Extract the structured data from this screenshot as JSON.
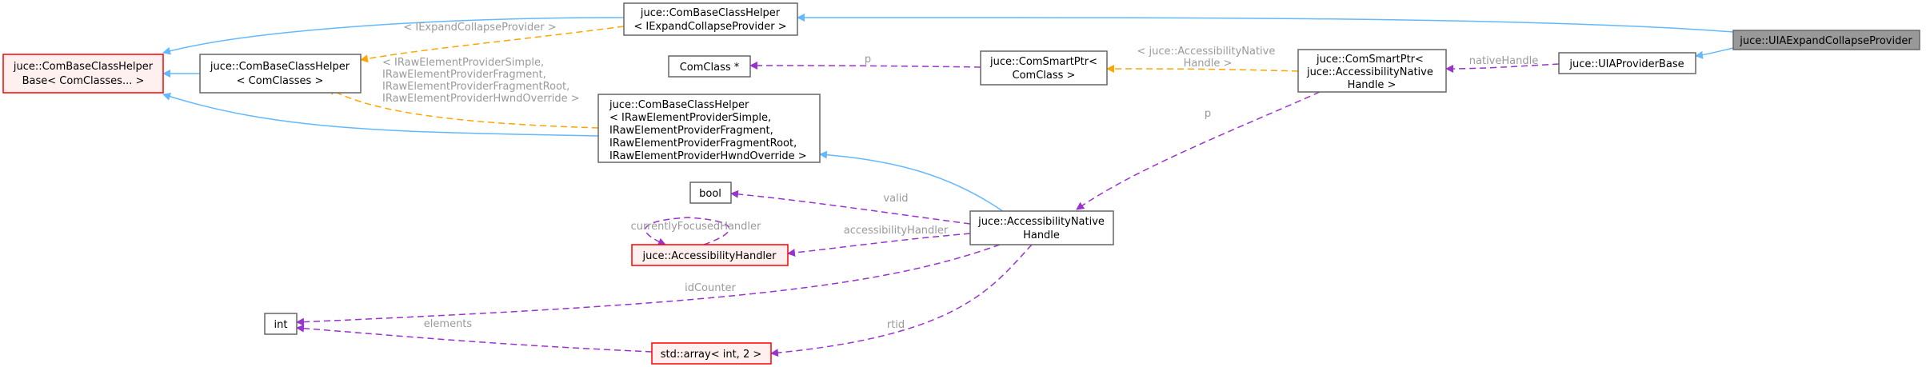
{
  "nodes": {
    "n_base": [
      "juce::ComBaseClassHelper",
      "Base< ComClasses... >"
    ],
    "n_helper": [
      "juce::ComBaseClassHelper",
      "< ComClasses >"
    ],
    "n_iexp": [
      "juce::ComBaseClassHelper",
      "< IExpandCollapseProvider >"
    ],
    "n_iraw": [
      "juce::ComBaseClassHelper",
      "< IRawElementProviderSimple,",
      "IRawElementProviderFragment,",
      "IRawElementProviderFragmentRoot,",
      "IRawElementProviderHwndOverride >"
    ],
    "n_comclass": [
      "ComClass *"
    ],
    "n_smartptr": [
      "juce::ComSmartPtr<",
      "ComClass >"
    ],
    "n_smartptr_acc": [
      "juce::ComSmartPtr<",
      "juce::AccessibilityNative",
      "Handle >"
    ],
    "n_uiaprov": [
      "juce::UIAProviderBase"
    ],
    "n_uiaexp": [
      "juce::UIAExpandCollapseProvider"
    ],
    "n_bool": [
      "bool"
    ],
    "n_acchandler": [
      "juce::AccessibilityHandler"
    ],
    "n_accnative": [
      "juce::AccessibilityNative",
      "Handle"
    ],
    "n_int": [
      "int"
    ],
    "n_array": [
      "std::array< int, 2 >"
    ]
  },
  "edge_labels": {
    "iexp_tmpl": [
      "< IExpandCollapseProvider >"
    ],
    "iraw_tmpl": [
      "< IRawElementProviderSimple,",
      "IRawElementProviderFragment,",
      "IRawElementProviderFragmentRoot,",
      "IRawElementProviderHwndOverride >"
    ],
    "p1": [
      "p"
    ],
    "acc_tmpl": [
      "< juce::AccessibilityNative",
      "Handle >"
    ],
    "nativeHandle": [
      "nativeHandle"
    ],
    "p2": [
      "p"
    ],
    "valid": [
      "valid"
    ],
    "currentlyFocusedHandler": [
      "currentlyFocusedHandler"
    ],
    "accessibilityHandler": [
      "accessibilityHandler"
    ],
    "idCounter": [
      "idCounter"
    ],
    "elements": [
      "elements"
    ],
    "rtid": [
      "rtid"
    ]
  },
  "colors": {
    "inheritance": "#63b8ff",
    "template": "#ffa500",
    "usage": "#9a32cd",
    "highlight_fill": "#999999",
    "external_border": "#ff0000"
  }
}
